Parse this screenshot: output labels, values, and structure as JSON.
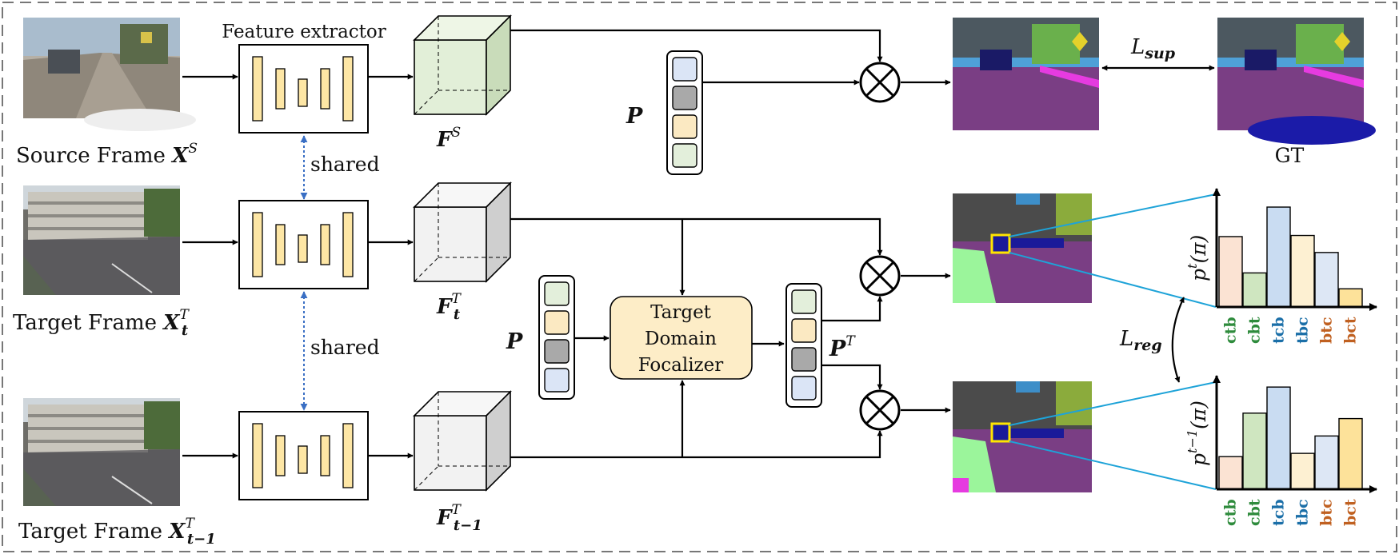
{
  "labels": {
    "feature_extractor": "Feature extractor",
    "shared_top": "shared",
    "shared_bottom": "shared",
    "gt": "GT",
    "tdf_line1": "Target",
    "tdf_line2": "Domain",
    "tdf_line3": "Focalizer"
  },
  "frames": {
    "source": {
      "text": "Source Frame ",
      "sym": "X",
      "sup": "S",
      "sub": ""
    },
    "target_t": {
      "text": "Target Frame ",
      "sym": "X",
      "sup": "T",
      "sub": "t"
    },
    "target_t1": {
      "text": "Target Frame ",
      "sym": "X",
      "sup": "T",
      "sub": "t−1"
    }
  },
  "features": {
    "source": {
      "sym": "F",
      "sup": "S",
      "sub": ""
    },
    "target_t": {
      "sym": "F",
      "sup": "T",
      "sub": "t"
    },
    "target_t1": {
      "sym": "F",
      "sup": "T",
      "sub": "t−1"
    }
  },
  "prototypes": {
    "p_top": "P",
    "p_mid": "P",
    "p_target_sym": "P",
    "p_target_sup": "T",
    "colors": [
      "#dbe5f6",
      "#a9a9a9",
      "#fbe9c2",
      "#e3efdb"
    ]
  },
  "losses": {
    "sup_sym": "L",
    "sup_sub": "sup",
    "reg_sym": "L",
    "reg_sub": "reg"
  },
  "chart_data": [
    {
      "type": "bar",
      "ylabel_sym": "p",
      "ylabel_sup": "t",
      "ylabel_arg": "(π)",
      "categories": [
        "ctb",
        "cbt",
        "tcb",
        "tbc",
        "btc",
        "bct"
      ],
      "category_colors": [
        "#2e8b3c",
        "#2e8b3c",
        "#1b6fa8",
        "#1b6fa8",
        "#c06020",
        "#c06020"
      ],
      "bar_colors": [
        "#fbe3d3",
        "#cfe6c0",
        "#c9dcf2",
        "#fdf0d2",
        "#dde7f5",
        "#fde29a"
      ],
      "values": [
        0.62,
        0.3,
        0.88,
        0.63,
        0.48,
        0.16
      ]
    },
    {
      "type": "bar",
      "ylabel_sym": "p",
      "ylabel_sup": "t−1",
      "ylabel_arg": "(π)",
      "categories": [
        "ctb",
        "cbt",
        "tcb",
        "tbc",
        "btc",
        "bct"
      ],
      "category_colors": [
        "#2e8b3c",
        "#2e8b3c",
        "#1b6fa8",
        "#1b6fa8",
        "#c06020",
        "#c06020"
      ],
      "bar_colors": [
        "#fbe3d3",
        "#cfe6c0",
        "#c9dcf2",
        "#fdf0d2",
        "#dde7f5",
        "#fde29a"
      ],
      "values": [
        0.3,
        0.7,
        0.94,
        0.33,
        0.49,
        0.65
      ]
    }
  ]
}
